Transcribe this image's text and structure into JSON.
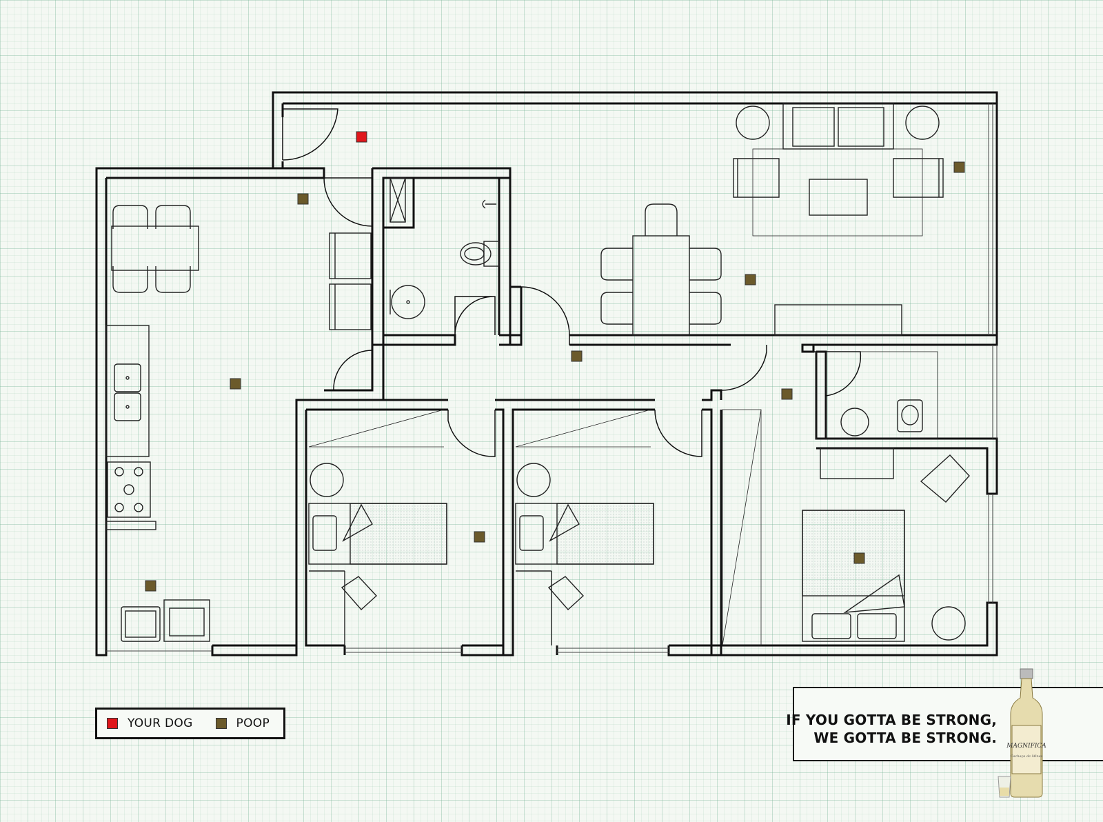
{
  "legend": {
    "dog_label": "YOUR DOG",
    "poop_label": "POOP"
  },
  "tagline": {
    "line1": "IF YOU GOTTA BE STRONG,",
    "line2": "WE GOTTA BE STRONG."
  },
  "bottle": {
    "brand": "MAGNIFICA",
    "sub": "Cachaça de Minas"
  },
  "colors": {
    "dog": "#e0161b",
    "poop": "#6b5a2b",
    "wall": "#111111"
  }
}
